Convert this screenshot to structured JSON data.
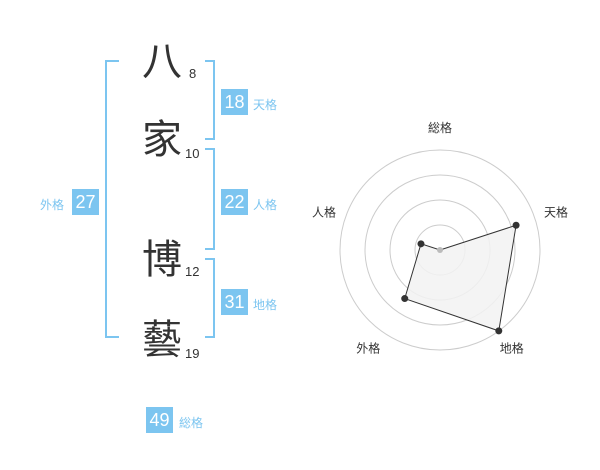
{
  "name": {
    "chars": [
      {
        "char": "八",
        "strokes": "8"
      },
      {
        "char": "家",
        "strokes": "10"
      },
      {
        "char": "博",
        "strokes": "12"
      },
      {
        "char": "藝",
        "strokes": "19"
      }
    ]
  },
  "fortunes": {
    "tenkaku": {
      "value": "18",
      "label": "天格"
    },
    "jinkaku": {
      "value": "22",
      "label": "人格"
    },
    "chikaku": {
      "value": "31",
      "label": "地格"
    },
    "gaikaku": {
      "value": "27",
      "label": "外格"
    },
    "soukaku": {
      "value": "49",
      "label": "総格"
    }
  },
  "chart_data": {
    "type": "radar",
    "axes": [
      "総格",
      "天格",
      "地格",
      "外格",
      "人格"
    ],
    "values": [
      0.0,
      0.8,
      1.0,
      0.6,
      0.2
    ],
    "range": [
      0,
      1
    ],
    "grid": true,
    "colors": {
      "fill": "#f2f2f2",
      "stroke": "#333333",
      "grid": "#cccccc",
      "center": "#bbbbbb"
    }
  },
  "colors": {
    "accent": "#7cc5f0",
    "text": "#333333"
  }
}
